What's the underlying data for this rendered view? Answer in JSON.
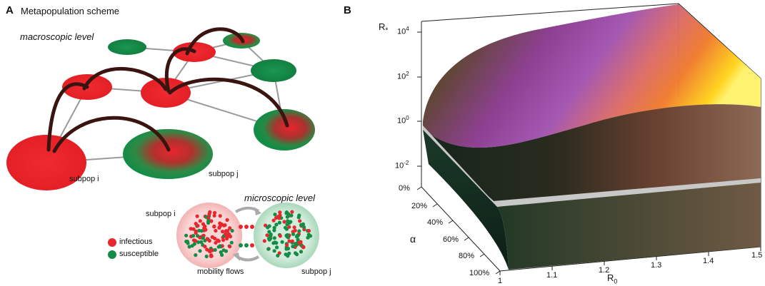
{
  "panelA": {
    "letter": "A",
    "title": "Metapopulation scheme",
    "macro_label": "macroscopic level",
    "micro_label": "microscopic level",
    "subpop_i": "subpop i",
    "subpop_j": "subpop j",
    "micro_subpop_i": "subpop i",
    "micro_subpop_j": "subpop j",
    "mobility": "mobility flows",
    "legend": {
      "infectious": "infectious",
      "susceptible": "susceptible"
    },
    "colors": {
      "infectious": "#e8262e",
      "susceptible": "#138c46",
      "link": "#4a1a1a",
      "edge": "#999999"
    }
  },
  "panelB": {
    "letter": "B",
    "z_label": "R",
    "z_label_sub": "*",
    "z_ticks": [
      {
        "base": "10",
        "exp": "4"
      },
      {
        "base": "10",
        "exp": "2"
      },
      {
        "base": "10",
        "exp": "0"
      },
      {
        "base": "10",
        "exp": "-2"
      }
    ],
    "alpha_label": "α",
    "alpha_ticks": [
      "0%",
      "20%",
      "40%",
      "60%",
      "80%",
      "100%"
    ],
    "x_label": "R",
    "x_label_sub": "0",
    "x_ticks": [
      "1",
      "1.1",
      "1.2",
      "1.3",
      "1.4",
      "1.5"
    ]
  }
}
